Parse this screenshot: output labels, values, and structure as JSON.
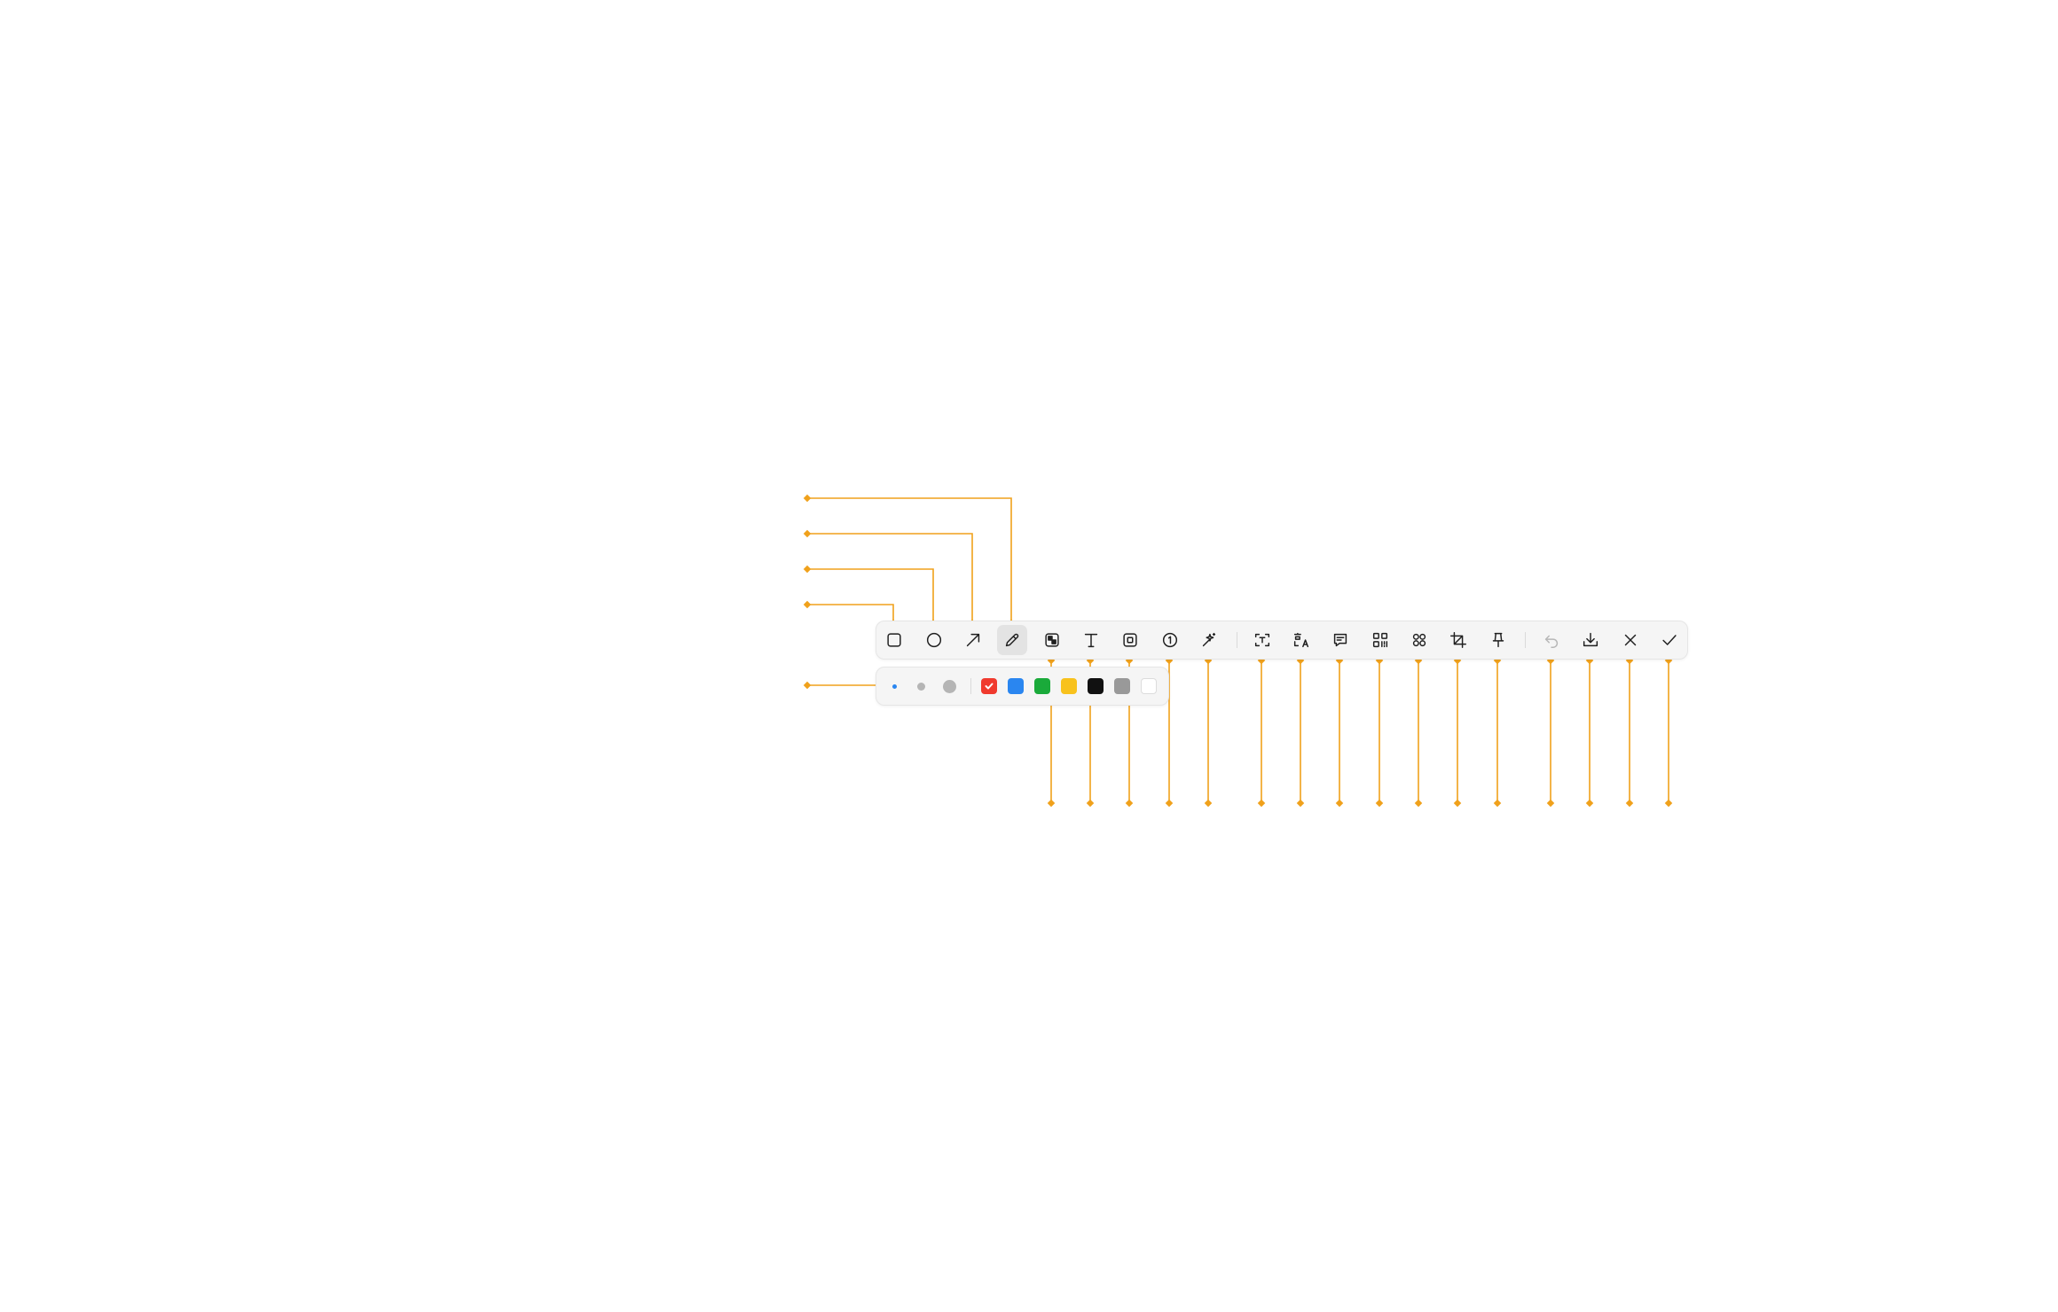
{
  "toolbar": {
    "active_tool": "pen",
    "tools": [
      {
        "name": "rectangle-tool",
        "icon": "rectangle-icon"
      },
      {
        "name": "ellipse-tool",
        "icon": "ellipse-icon"
      },
      {
        "name": "arrow-tool",
        "icon": "arrow-icon"
      },
      {
        "name": "pen-tool",
        "icon": "pen-icon"
      },
      {
        "name": "mosaic-tool",
        "icon": "mosaic-icon"
      },
      {
        "name": "text-tool",
        "icon": "text-icon"
      },
      {
        "name": "highlight-box-tool",
        "icon": "highlight-box-icon"
      },
      {
        "name": "step-number-tool",
        "icon": "step-number-icon"
      },
      {
        "name": "magic-tool",
        "icon": "magic-icon"
      },
      {
        "name": "ocr-text-tool",
        "icon": "ocr-text-icon"
      },
      {
        "name": "translate-tool",
        "icon": "translate-icon"
      },
      {
        "name": "comment-tool",
        "icon": "comment-icon"
      },
      {
        "name": "qr-code-tool",
        "icon": "qr-code-icon"
      },
      {
        "name": "object-select-tool",
        "icon": "object-select-icon"
      },
      {
        "name": "crop-tool",
        "icon": "crop-icon"
      },
      {
        "name": "pin-tool",
        "icon": "pin-icon"
      },
      {
        "name": "undo-button",
        "icon": "undo-icon"
      },
      {
        "name": "download-button",
        "icon": "download-icon"
      },
      {
        "name": "close-button",
        "icon": "close-icon"
      },
      {
        "name": "confirm-button",
        "icon": "check-icon"
      }
    ]
  },
  "style_panel": {
    "stroke_sizes": [
      "small",
      "medium",
      "large"
    ],
    "selected_size": "small",
    "selected_color": "#f03a2e",
    "colors": [
      "#f03a2e",
      "#2a86f0",
      "#1aaa3a",
      "#f8c21d",
      "#111111",
      "#999999",
      "#ffffff"
    ]
  },
  "theme": {
    "annotation_color": "#f0a11b",
    "accent": "#2a86f0",
    "icon_color": "#1f1f1f",
    "disabled_icon_color": "#b7b7b7"
  }
}
